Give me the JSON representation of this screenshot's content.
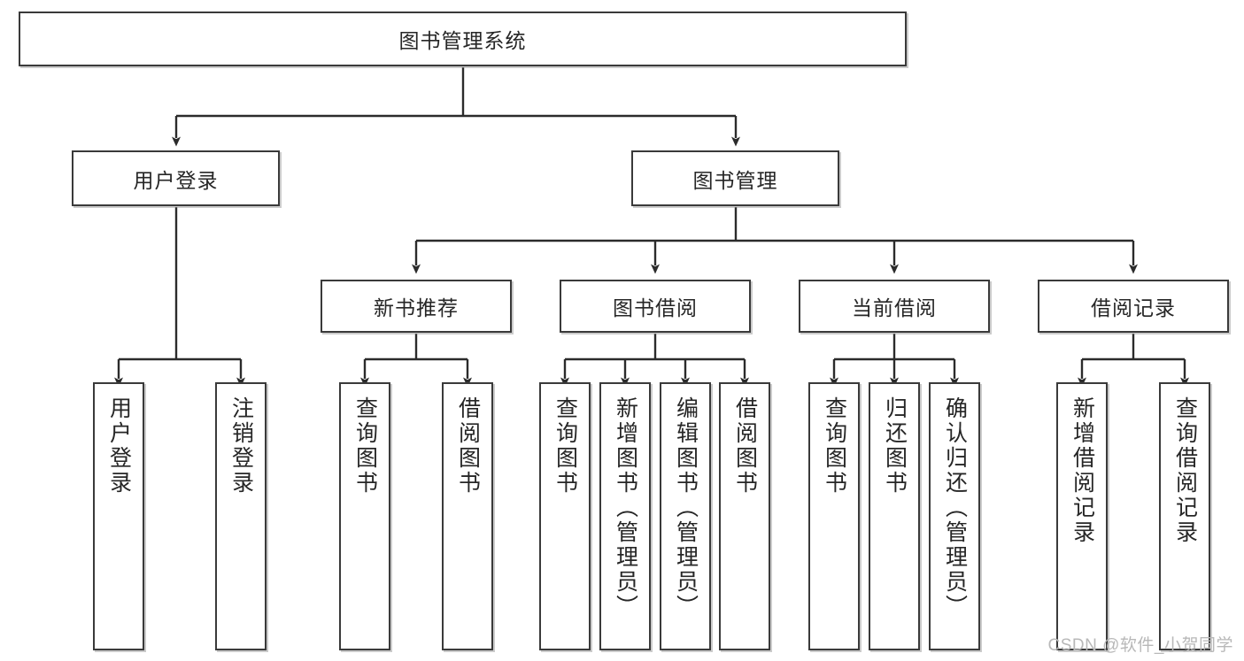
{
  "diagram": {
    "type": "tree",
    "title": "图书管理系统",
    "watermark": "CSDN @软件_小贺同学",
    "colors": {
      "box_border": "#3a3a3a",
      "box_fill": "#ffffff",
      "connector": "#2b2b2b",
      "text": "#262626",
      "watermark": "#b8b8b8"
    },
    "root": {
      "label": "图书管理系统"
    },
    "level2": [
      {
        "label": "用户登录"
      },
      {
        "label": "图书管理"
      }
    ],
    "level3": [
      {
        "label": "新书推荐"
      },
      {
        "label": "图书借阅"
      },
      {
        "label": "当前借阅"
      },
      {
        "label": "借阅记录"
      }
    ],
    "leaves": {
      "user_login": [
        {
          "label": "用户登录"
        },
        {
          "label": "注销登录"
        }
      ],
      "new_book": [
        {
          "label": "查询图书"
        },
        {
          "label": "借阅图书"
        }
      ],
      "book_borrow": [
        {
          "label": "查询图书"
        },
        {
          "label": "新增图书（管理员）"
        },
        {
          "label": "编辑图书（管理员）"
        },
        {
          "label": "借阅图书"
        }
      ],
      "current_borrow": [
        {
          "label": "查询图书"
        },
        {
          "label": "归还图书"
        },
        {
          "label": "确认归还（管理员）"
        }
      ],
      "borrow_record": [
        {
          "label": "新增借阅记录"
        },
        {
          "label": "查询借阅记录"
        }
      ]
    }
  }
}
